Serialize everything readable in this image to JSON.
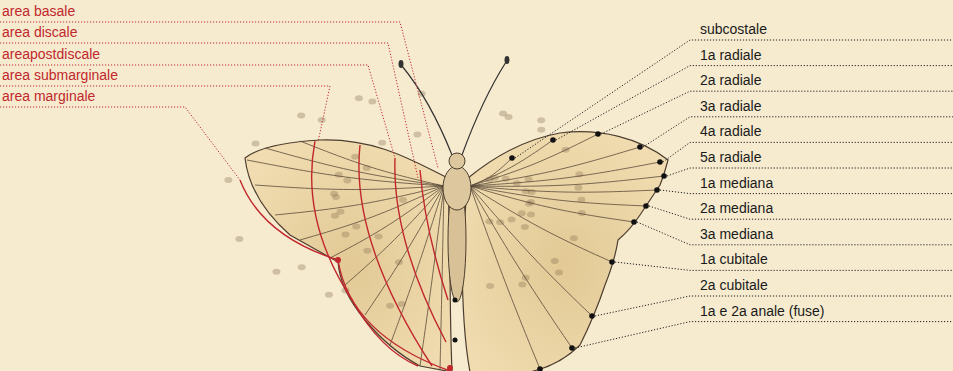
{
  "diagram": {
    "labels": [
      "area basale",
      "area discale",
      "areapostdiscale",
      "area submarginale",
      "area marginale",
      "subcostale",
      "1a radiale",
      "2a radiale",
      "3a radiale",
      "4a radiale",
      "5a radiale",
      "1a mediana",
      "2a mediana",
      "3a mediana",
      "1a cubitale",
      "2a cubitale",
      "1a e 2a anale (fuse)"
    ]
  }
}
